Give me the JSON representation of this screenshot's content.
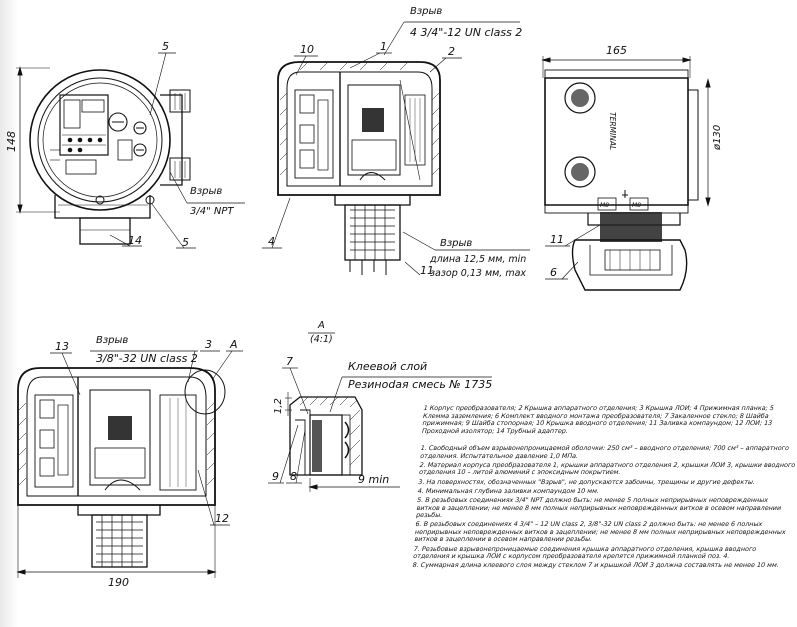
{
  "top_left": {
    "dim_height": "148",
    "callout_5_top": "5",
    "callout_14": "14",
    "callout_5_bottom": "5",
    "flame_label": "Взрыв",
    "thread_label": "3/4\" NPT"
  },
  "top_center": {
    "flame_label": "Взрыв",
    "thread_label": "4 3/4\"-12 UN class 2",
    "callout_10": "10",
    "callout_1": "1",
    "callout_2": "2",
    "callout_4": "4",
    "callout_11": "11",
    "gap_flame_label": "Взрыв",
    "gap_length": "длина 12,5 мм, min",
    "gap_clearance": "зазор 0,13 мм, max"
  },
  "top_right": {
    "dim_width": "165",
    "dim_diameter": "ø130",
    "terminal_text": "TERMINAL",
    "terminal_marks": [
      "M8",
      "M8"
    ],
    "callout_11": "11",
    "callout_6": "6"
  },
  "bottom_left": {
    "callout_13": "13",
    "flame_label": "Взрыв",
    "thread_label": "3/8\"-32 UN class 2",
    "callout_3": "3",
    "callout_A": "A",
    "callout_12": "12",
    "dim_width": "190"
  },
  "detail": {
    "title": "A",
    "scale": "(4:1)",
    "adhesive_label": "Клеевой слой",
    "compound_label": "Резиноdая смесь № 1735",
    "callout_7": "7",
    "dim_1_2": "1,2",
    "callout_9": "9",
    "callout_8": "8",
    "dim_9min": "9 min"
  },
  "notes": {
    "legend": "1 Корпус преобразователя; 2 Крышка аппаратного отделения; 3 Крышка ЛОИ; 4 Прижимная планка; 5 Клемма заземления; 6 Комплект вводного монтажа преобразователя; 7 Закаленное стекло; 8 Шайба прижимная; 9 Шайба стопорная; 10 Крышка вводного отделения; 11 Заливка компаундом; 12 ЛОИ; 13 Проходной изолятор; 14 Трубный адаптер.",
    "items": [
      "1. Свободный объем взрывонепроницаемой оболочки: 250 см³ – вводного отделения; 700 см³ – аппаратного отделения. Испытательное давление 1,0 МПа.",
      "2. Материал корпуса преобразователя 1, крышки аппаратного отделения 2, крышки ЛОИ 3, крышки вводного отделения 10 – литой алюминий с эпоксидным покрытием.",
      "3. На поверхностях, обозначенных \"Взрыв\", не допускаются забоины, трещины и другие дефекты.",
      "4. Минимальная глубина заливки компаундом 10 мм.",
      "5. В резьбовых соединениях 3/4\" NPT должно быть: не менее 5 полных неприрывных неповрежденных витков в зацеплении; не менее 8 мм полных неприрывных неповрежденных витков в осевом направлении резьбы.",
      "6. В резьбовых соединениях 4 3/4\" – 12 UN class 2, 3/8\"-32 UN class 2 должно быть: не менее 6 полных неприрывных неповрежденных витков в зацеплении; не менее 8 мм полных неприрывных неповрежденных витков в зацеплении в осевом направлении резьбы.",
      "7. Резьбовые взрывонепроницаемые соединения крышка аппаратного отделения, крышка вводного отделения и крышка ЛОИ с корпусом преобразователя крепятся прижимной планкой поз. 4.",
      "8. Суммарная длина клеевого слоя между стеклом 7 и крышкой ЛОИ 3 должна составлять не менее 10 мм."
    ]
  }
}
